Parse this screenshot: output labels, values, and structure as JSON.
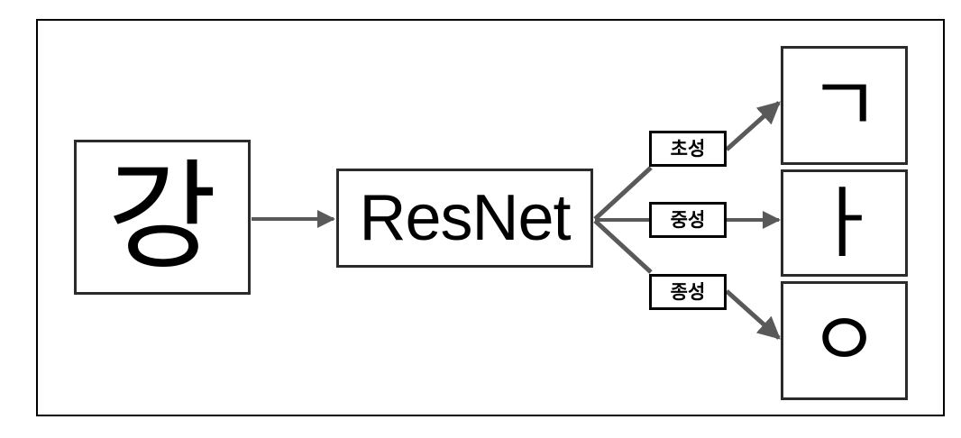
{
  "diagram": {
    "title": "ResNet Hangul syllable decomposition pipeline",
    "frame": {
      "name": "outer-frame"
    },
    "input": {
      "glyph": "강",
      "glyph_name": "hangul-syllable-gang"
    },
    "model": {
      "label": "ResNet"
    },
    "branches": [
      {
        "label": "초성",
        "label_meaning": "initial-consonant",
        "output_glyph": "ㄱ",
        "output_glyph_name": "hangul-jamo-giyeok"
      },
      {
        "label": "중성",
        "label_meaning": "medial-vowel",
        "output_glyph": "ㅏ",
        "output_glyph_name": "hangul-jamo-a"
      },
      {
        "label": "종성",
        "label_meaning": "final-consonant",
        "output_glyph": "ㅇ",
        "output_glyph_name": "hangul-jamo-ieung"
      }
    ],
    "colors": {
      "arrow": "#595959",
      "box_border": "#2b2b2b",
      "label_border": "#000000",
      "frame_border": "#000000",
      "background": "#ffffff",
      "glyph": "#000000"
    }
  }
}
